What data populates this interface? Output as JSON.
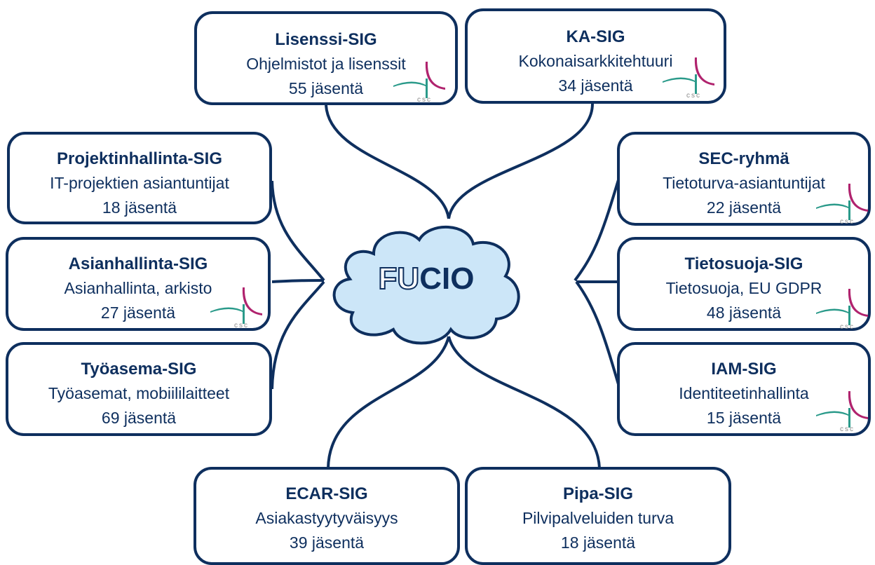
{
  "center": {
    "part_hollow": "FU",
    "part_solid": "CIO"
  },
  "nodes": {
    "lisenssi": {
      "title": "Lisenssi-SIG",
      "desc": "Ohjelmistot ja lisenssit",
      "members": "55 jäsentä"
    },
    "ka": {
      "title": "KA-SIG",
      "desc": "Kokonaisarkkitehtuuri",
      "members": "34 jäsentä"
    },
    "projektinhallinta": {
      "title": "Projektinhallinta-SIG",
      "desc": "IT-projektien asiantuntijat",
      "members": "18 jäsentä"
    },
    "sec": {
      "title": "SEC-ryhmä",
      "desc": "Tietoturva-asiantuntijat",
      "members": "22 jäsentä"
    },
    "asianhallinta": {
      "title": "Asianhallinta-SIG",
      "desc": "Asianhallinta, arkisto",
      "members": "27 jäsentä"
    },
    "tietosuoja": {
      "title": "Tietosuoja-SIG",
      "desc": "Tietosuoja, EU GDPR",
      "members": "48 jäsentä"
    },
    "tyoasema": {
      "title": "Työasema-SIG",
      "desc": "Työasemat, mobiililaitteet",
      "members": "69 jäsentä"
    },
    "iam": {
      "title": "IAM-SIG",
      "desc": "Identiteetinhallinta",
      "members": "15 jäsentä"
    },
    "ecar": {
      "title": "ECAR-SIG",
      "desc": "Asiakastyytyväisyys",
      "members": "39 jäsentä"
    },
    "pipa": {
      "title": "Pipa-SIG",
      "desc": "Pilvipalveluiden turva",
      "members": "18 jäsentä"
    }
  },
  "logo_text": "csc",
  "colors": {
    "dark_navy": "#0e2f5e",
    "cloud_fill": "#cce6f8",
    "logo_teal": "#2a9a8a",
    "logo_magenta": "#b0236e"
  }
}
